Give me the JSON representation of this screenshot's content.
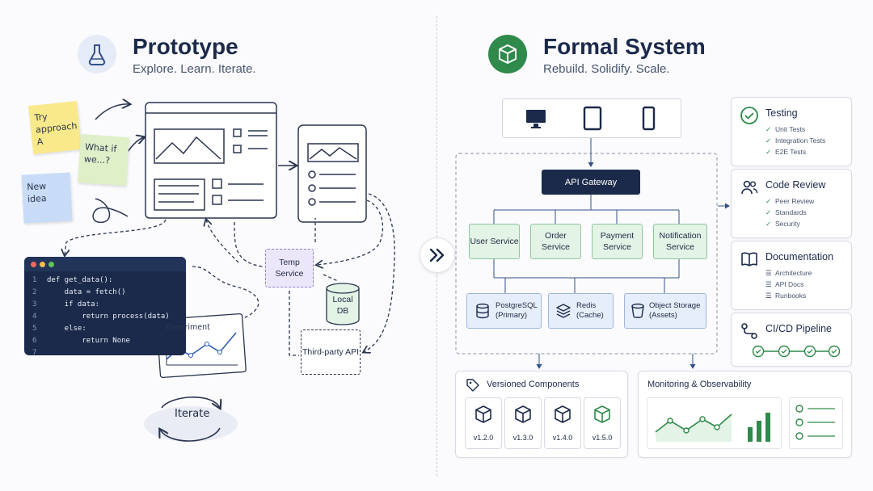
{
  "prototype": {
    "title": "Prototype",
    "subtitle": "Explore. Learn. Iterate.",
    "stickies": [
      "Try approach A",
      "What if we...?",
      "New idea"
    ],
    "code_lines": [
      {
        "n": "1",
        "text": "def get_data():"
      },
      {
        "n": "2",
        "text": "    data = fetch()"
      },
      {
        "n": "3",
        "text": "    if data:"
      },
      {
        "n": "4",
        "text": "        return process(data)"
      },
      {
        "n": "5",
        "text": "    else:"
      },
      {
        "n": "6",
        "text": "        return None"
      },
      {
        "n": "7",
        "text": ""
      }
    ],
    "experiment_label": "Experiment",
    "iterate_label": "Iterate",
    "temp_service": "Temp Service",
    "local_db": "Local DB",
    "third_party": "Third-party API"
  },
  "formal": {
    "title": "Formal System",
    "subtitle": "Rebuild. Solidify. Scale.",
    "api_gateway": "API Gateway",
    "services": [
      "User Service",
      "Order Service",
      "Payment Service",
      "Notification Service"
    ],
    "stores": [
      {
        "name": "PostgreSQL",
        "detail": "(Primary)"
      },
      {
        "name": "Redis",
        "detail": "(Cache)"
      },
      {
        "name": "Object Storage",
        "detail": "(Assets)"
      }
    ],
    "panels": {
      "testing": {
        "title": "Testing",
        "items": [
          "Unit Tests",
          "Integration Tests",
          "E2E Tests"
        ]
      },
      "code_review": {
        "title": "Code Review",
        "items": [
          "Peer Review",
          "Standards",
          "Security"
        ]
      },
      "documentation": {
        "title": "Documentation",
        "items": [
          "Architecture",
          "API Docs",
          "Runbooks"
        ]
      },
      "cicd": {
        "title": "CI/CD Pipeline"
      }
    },
    "versioned": {
      "title": "Versioned Components",
      "versions": [
        "v1.2.0",
        "v1.3.0",
        "v1.4.0",
        "v1.5.0"
      ]
    },
    "monitoring": {
      "title": "Monitoring & Observability"
    }
  },
  "colors": {
    "navy": "#1b2a4a",
    "green": "#2f8a4b",
    "service_fill": "#e3f3e6",
    "db_fill": "#e6eefb",
    "temp_fill": "#ece6fb"
  },
  "icons": [
    "flask-icon",
    "cube-icon",
    "double-chevron-icon",
    "monitor-icon",
    "tablet-icon",
    "phone-icon",
    "check-circle-icon",
    "people-icon",
    "book-icon",
    "pipeline-icon",
    "tag-icon",
    "database-icon",
    "layers-icon",
    "bucket-icon"
  ]
}
